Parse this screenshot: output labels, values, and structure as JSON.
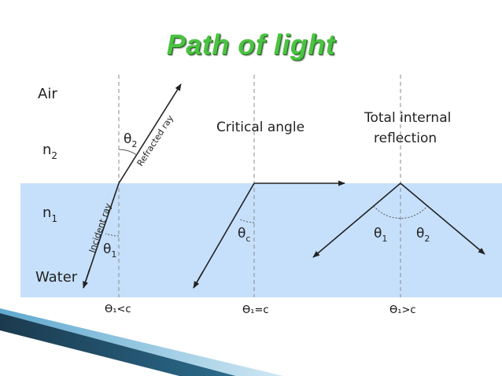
{
  "title": "Path of light",
  "medium": {
    "top_label": "Air",
    "top_index": "n",
    "top_index_sub": "2",
    "bottom_index": "n",
    "bottom_index_sub": "1",
    "bottom_label": "Water"
  },
  "panel1": {
    "refracted_ray_label": "Refracted ray",
    "incident_ray_label": "Incident ray",
    "theta2": "θ",
    "theta2_sub": "2",
    "theta1": "θ",
    "theta1_sub": "1",
    "condition": "ϴ₁<c"
  },
  "panel2": {
    "heading": "Critical angle",
    "theta_c": "θ",
    "theta_c_sub": "c",
    "condition": "ϴ₁=c"
  },
  "panel3": {
    "heading_line1": "Total internal",
    "heading_line2": "reflection",
    "theta1": "θ",
    "theta1_sub": "1",
    "theta2": "θ",
    "theta2_sub": "2",
    "condition": "ϴ₁>c"
  },
  "colors": {
    "water": "#c6e0fb",
    "title_green": "#4cc243",
    "ray": "#222222",
    "normal": "#8a8a8a"
  }
}
